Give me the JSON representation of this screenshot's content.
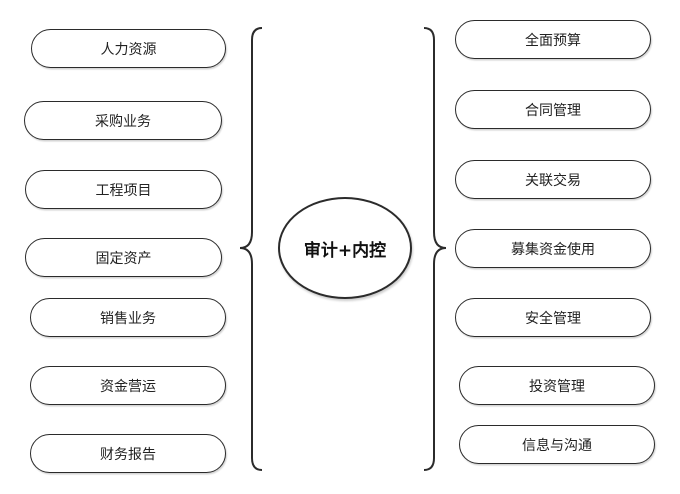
{
  "center": {
    "label": "审计+内控"
  },
  "left_items": [
    "人力资源",
    "采购业务",
    "工程项目",
    "固定资产",
    "销售业务",
    "资金营运",
    "财务报告"
  ],
  "right_items": [
    "全面预算",
    "合同管理",
    "关联交易",
    "募集资金使用",
    "安全管理",
    "投资管理",
    "信息与沟通"
  ],
  "colors": {
    "stroke": "#2b2b2b",
    "background": "#ffffff",
    "text": "#222222"
  }
}
